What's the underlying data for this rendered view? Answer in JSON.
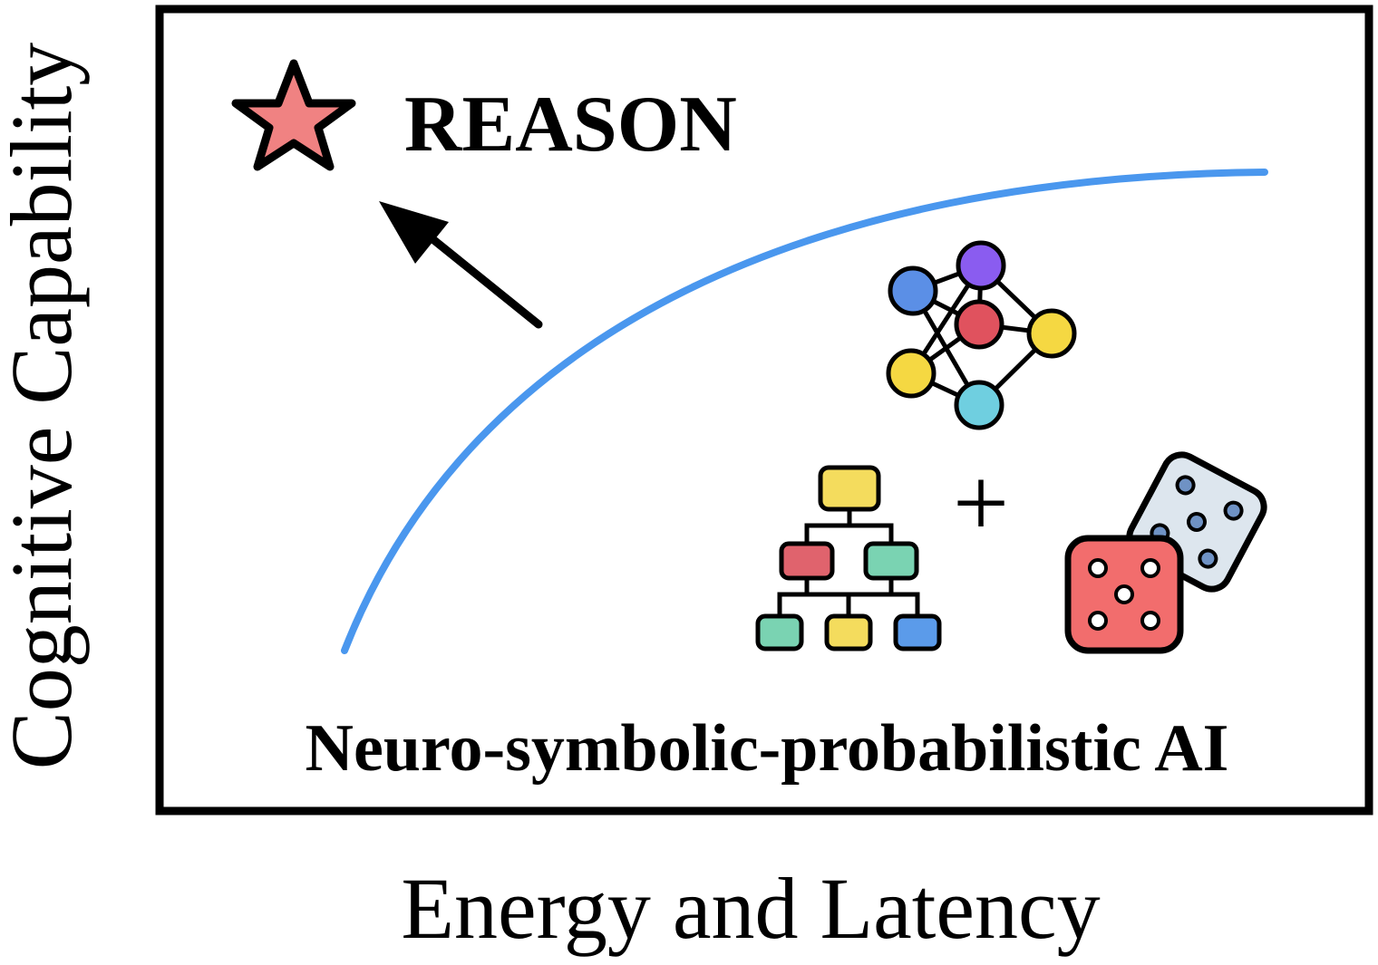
{
  "axes": {
    "y_label": "Cognitive Capability",
    "x_label": "Energy and Latency"
  },
  "labels": {
    "reason": "REASON",
    "plus": "+",
    "paradigm": "Neuro-symbolic-probabilistic AI"
  },
  "icons": {
    "star": "star-icon",
    "arrow": "up-left-arrow-icon",
    "neural_network": "neural-network-icon",
    "symbolic_tree": "hierarchy-tree-icon",
    "probabilistic_dice": "dice-icon"
  },
  "colors": {
    "curve": "#4a97ee",
    "star_fill": "#f08282",
    "node_blue": "#5b8fe6",
    "node_purple": "#8a5cf0",
    "node_red": "#e0525e",
    "node_yellow": "#f5d842",
    "node_cyan": "#6fcfe0",
    "tree_yellow": "#f4dc5d",
    "tree_red": "#e0636d",
    "tree_green": "#7ad3b2",
    "tree_blue": "#5b9bea",
    "die_front": "#f26d6d",
    "die_back": "#dde6ee"
  }
}
